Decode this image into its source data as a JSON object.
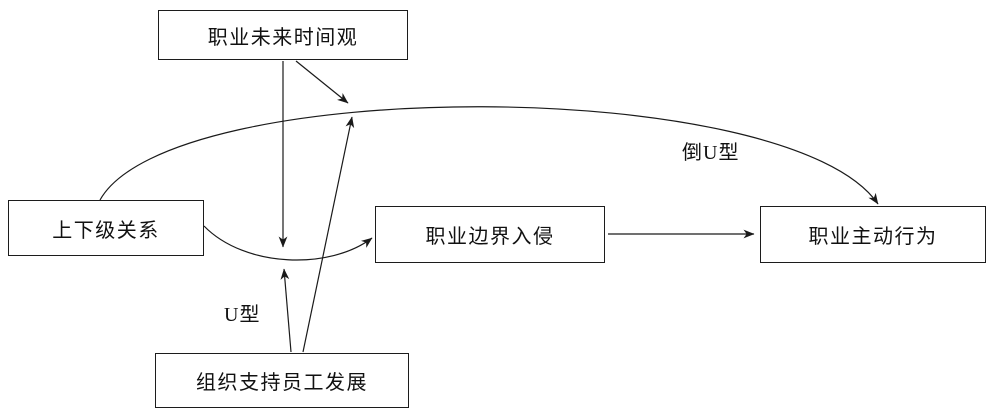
{
  "diagram": {
    "background": "#ffffff",
    "line_color": "#1a1a1a",
    "nodes": {
      "future_time": {
        "label": "职业未来时间观"
      },
      "supervisor": {
        "label": "上下级关系"
      },
      "boundary": {
        "label": "职业边界入侵"
      },
      "proactive": {
        "label": "职业主动行为"
      },
      "org_support": {
        "label": "组织支持员工发展"
      }
    },
    "edge_labels": {
      "inverted_u": "倒U型",
      "u": "U型"
    },
    "edges": [
      {
        "from": "supervisor",
        "to": "proactive",
        "shape": "inverted-u-arc"
      },
      {
        "from": "supervisor",
        "to": "boundary",
        "shape": "u-curve"
      },
      {
        "from": "boundary",
        "to": "proactive",
        "shape": "straight"
      },
      {
        "from": "future_time",
        "to": "u-curve-path",
        "shape": "moderation"
      },
      {
        "from": "future_time",
        "to": "arc-path",
        "shape": "moderation"
      },
      {
        "from": "org_support",
        "to": "u-curve-path",
        "shape": "moderation"
      },
      {
        "from": "org_support",
        "to": "arc-path",
        "shape": "moderation"
      }
    ]
  }
}
